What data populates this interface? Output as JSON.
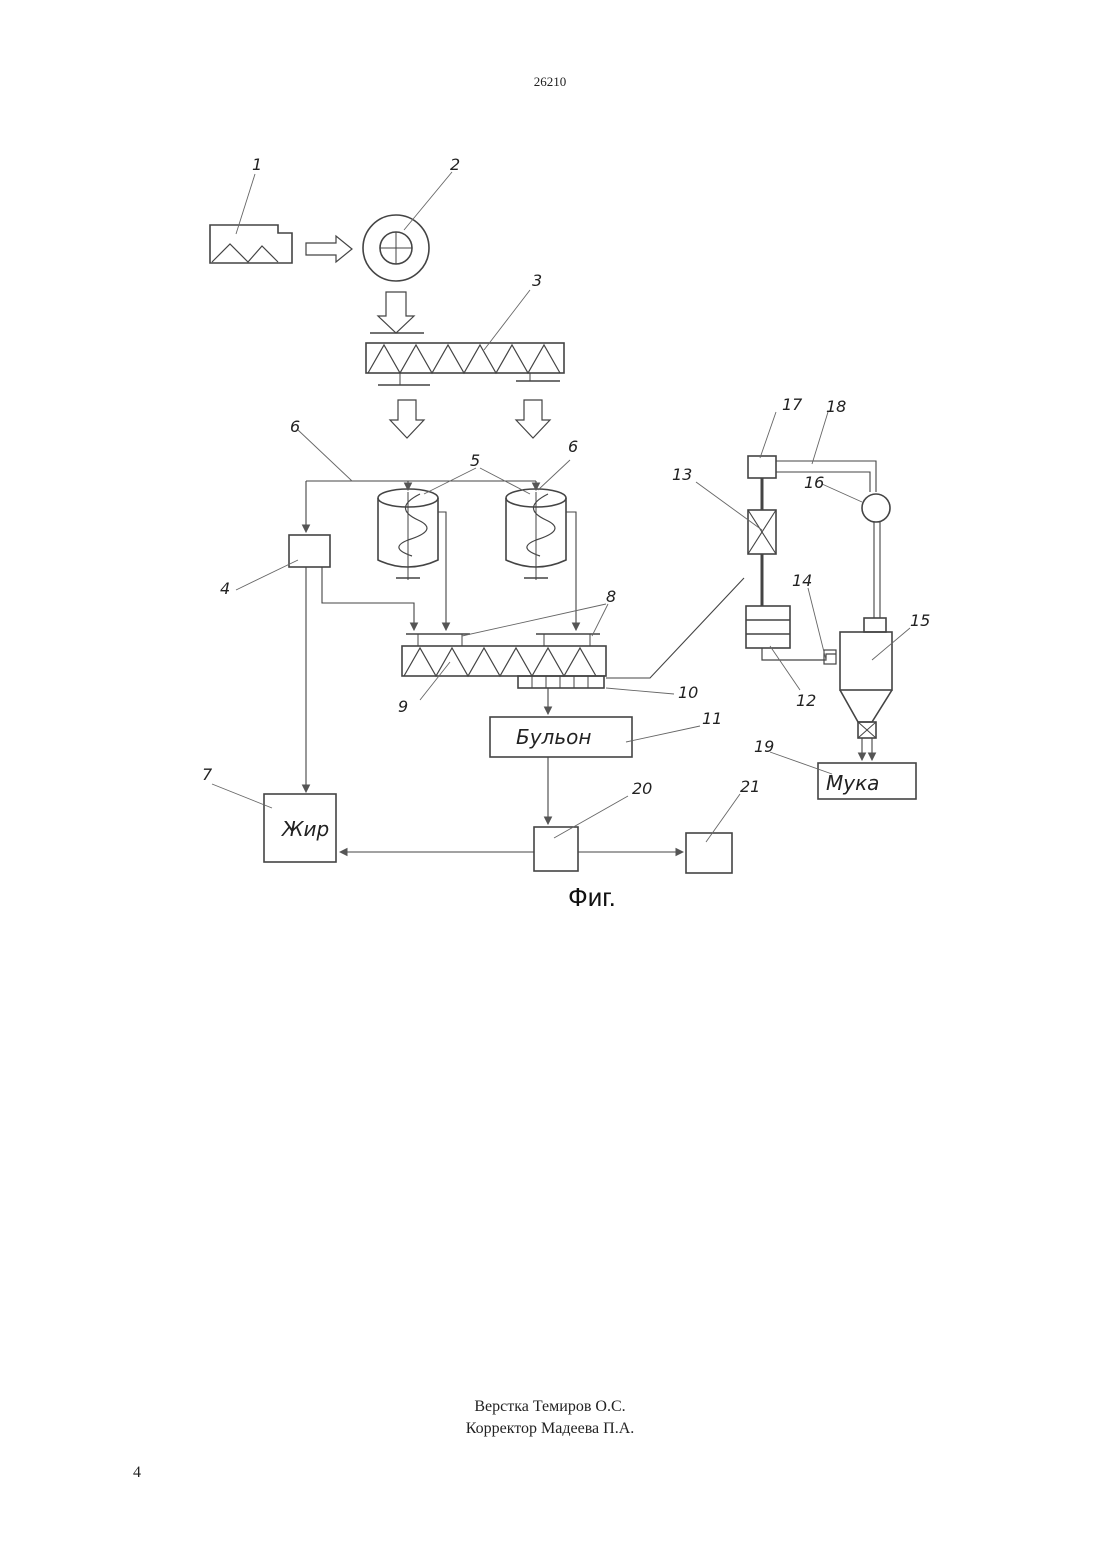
{
  "header": {
    "document_number": "26210"
  },
  "figure": {
    "callouts": [
      "1",
      "2",
      "3",
      "4",
      "5",
      "6",
      "6",
      "7",
      "8",
      "9",
      "10",
      "11",
      "12",
      "13",
      "14",
      "15",
      "16",
      "17",
      "18",
      "19",
      "20",
      "21"
    ],
    "boxes": {
      "broth": "Бульон",
      "fat": "Жир",
      "flour": "Мука"
    },
    "caption": "Фиг."
  },
  "footer": {
    "layout": "Верстка Темиров О.С.",
    "proofreader": "Корректор Мадеева П.А.",
    "page_number": "4"
  }
}
